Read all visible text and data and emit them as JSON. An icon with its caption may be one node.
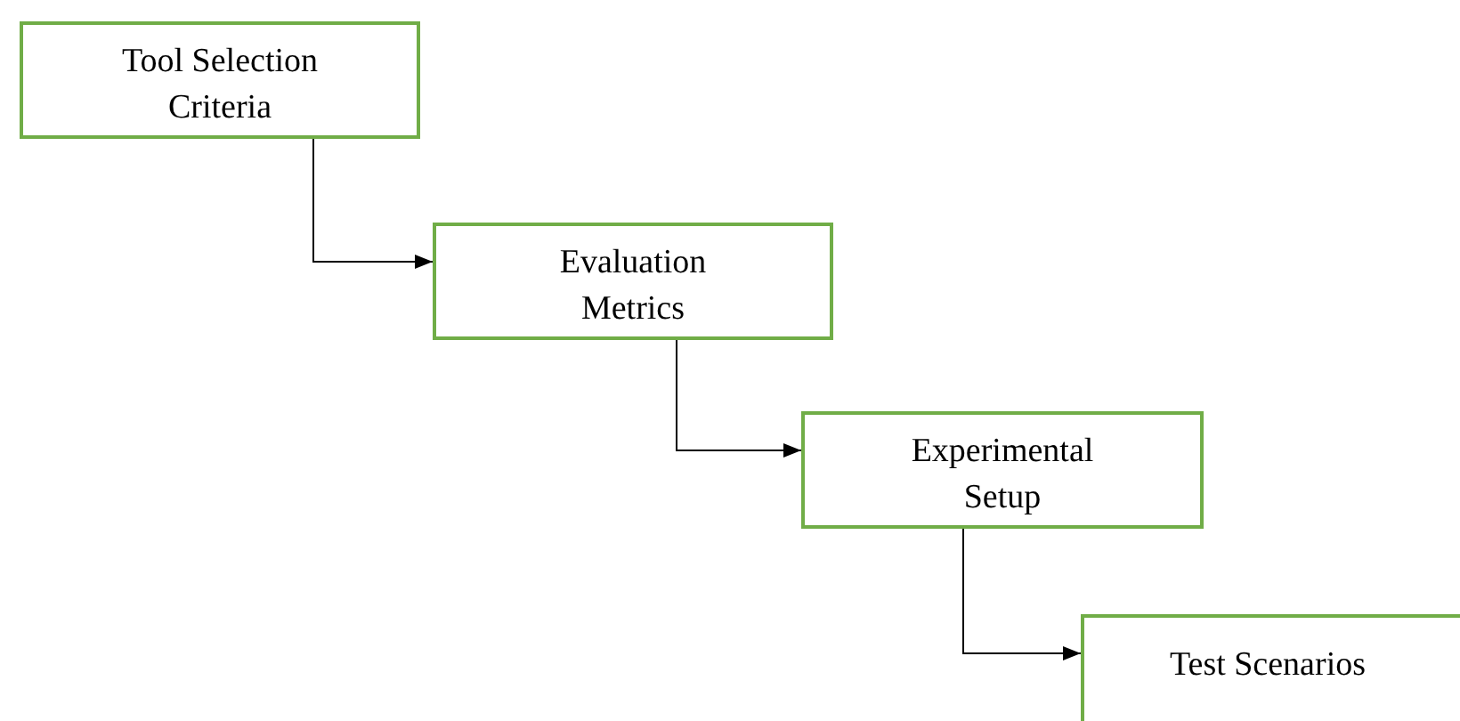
{
  "diagram": {
    "nodes": [
      {
        "text": [
          "Tool Selection Criteria"
        ]
      },
      {
        "text": [
          "Evaluation Metrics"
        ]
      },
      {
        "text": [
          "Experimental Setup"
        ]
      },
      {
        "text": [
          "Test Scenarios"
        ]
      }
    ],
    "edges": [
      {
        "from": 0,
        "to": 1,
        "arrow": "to"
      },
      {
        "from": 1,
        "to": 2,
        "arrow": "to"
      },
      {
        "from": 2,
        "to": 3,
        "arrow": "to"
      }
    ]
  }
}
